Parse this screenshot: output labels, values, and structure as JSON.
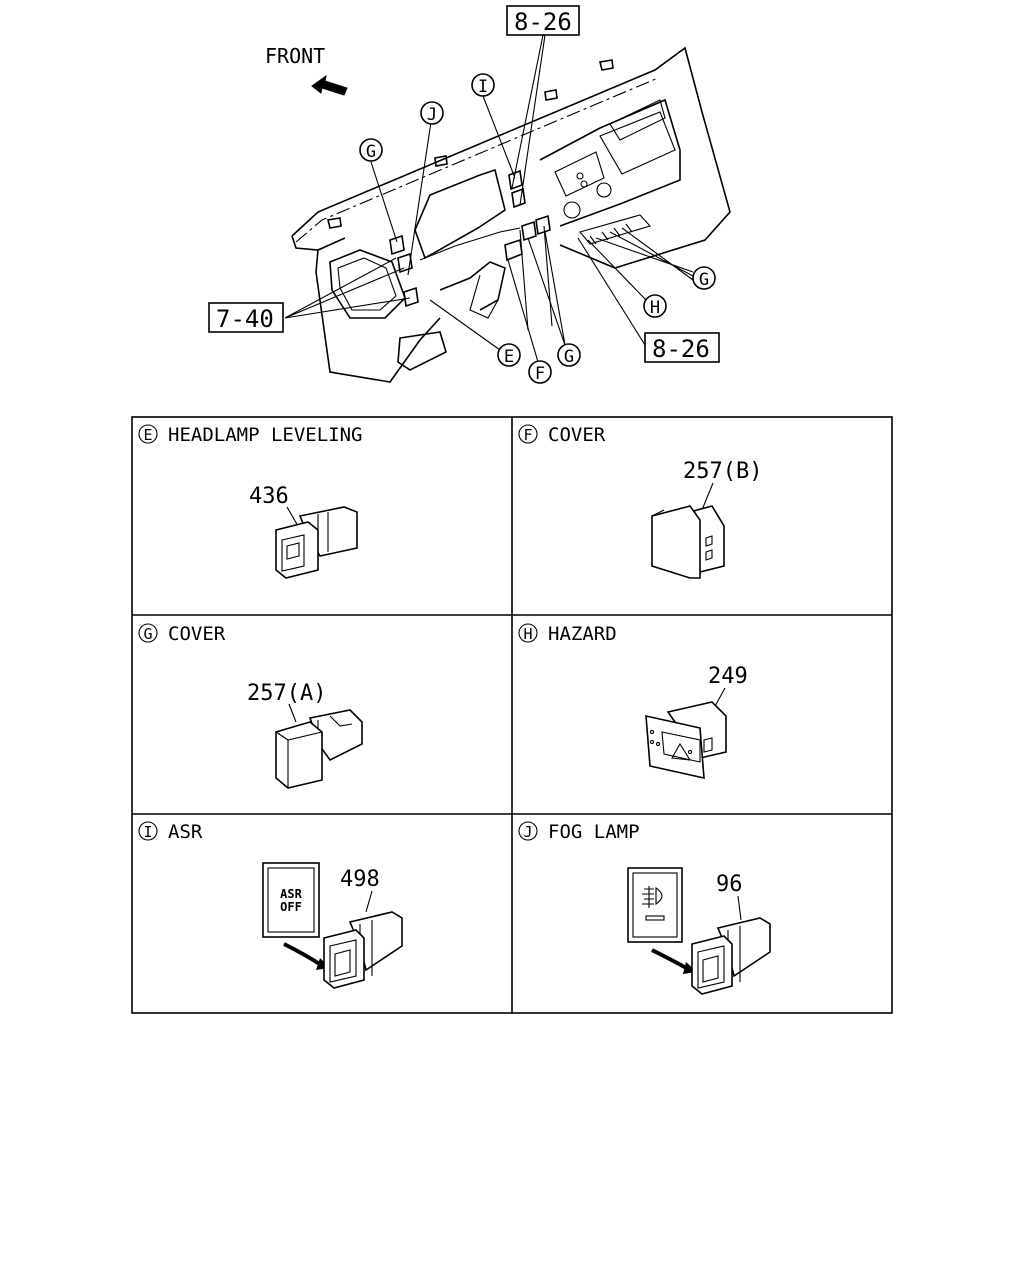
{
  "header": {
    "front_label": "FRONT",
    "ref_top": "8-26",
    "ref_left": "7-40",
    "ref_right": "8-26"
  },
  "callouts": {
    "E": "E",
    "F": "F",
    "G": "G",
    "H": "H",
    "I": "I",
    "J": "J"
  },
  "panels": [
    {
      "letter": "E",
      "title": "HEADLAMP LEVELING",
      "part": "436"
    },
    {
      "letter": "F",
      "title": "COVER",
      "part": "257(B)"
    },
    {
      "letter": "G",
      "title": "COVER",
      "part": "257(A)"
    },
    {
      "letter": "H",
      "title": "HAZARD",
      "part": "249"
    },
    {
      "letter": "I",
      "title": "ASR",
      "part": "498",
      "switch_text": [
        "ASR",
        "OFF"
      ]
    },
    {
      "letter": "J",
      "title": "FOG LAMP",
      "part": "96"
    }
  ]
}
